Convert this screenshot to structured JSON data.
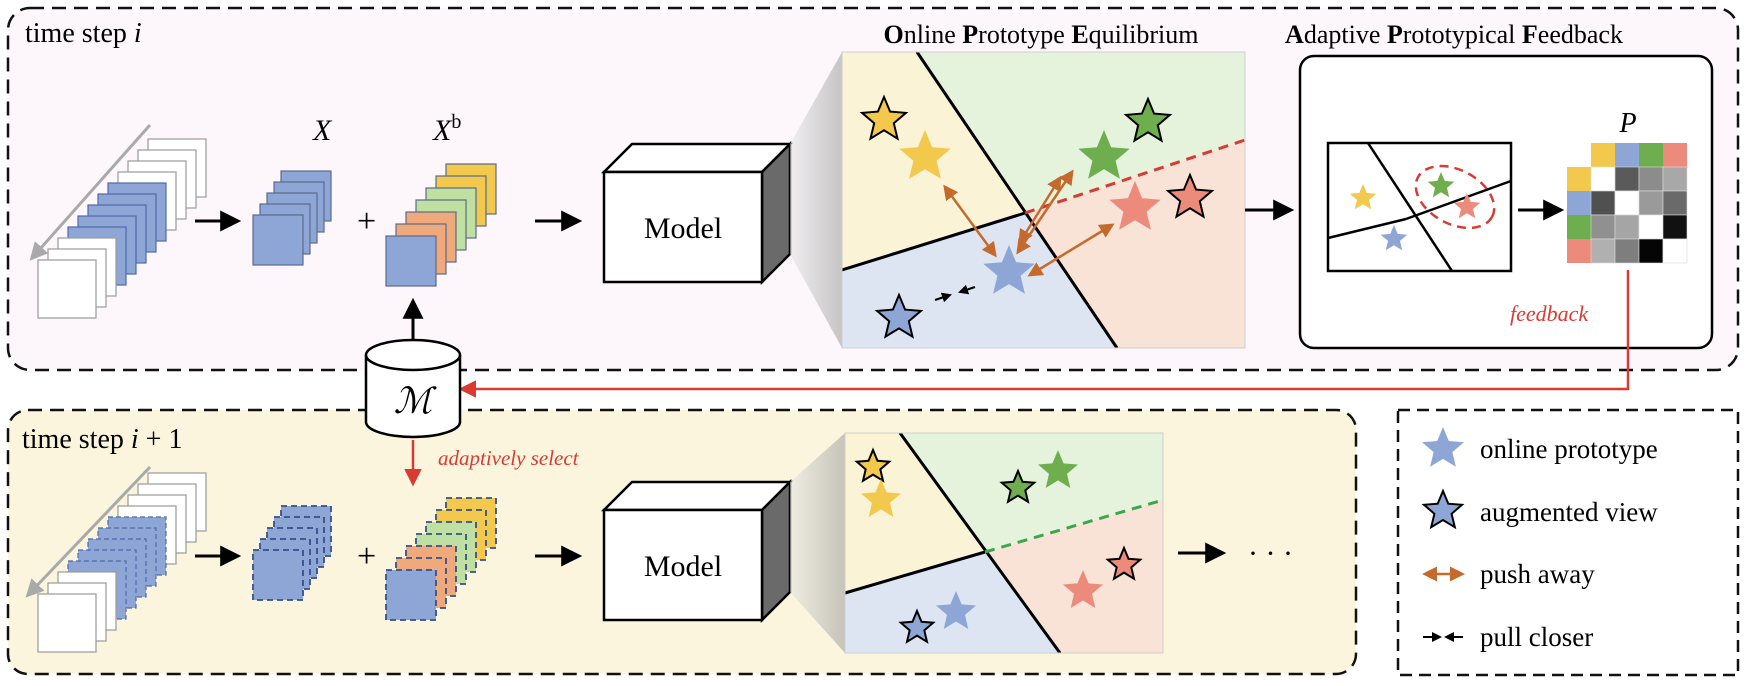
{
  "colors": {
    "blue": "#8ea6d6",
    "blue_stroke": "#5a74b0",
    "yellow": "#f2c94c",
    "green": "#6fae4f",
    "salmon": "#ec8b7c",
    "orange": "#f0a97a",
    "lightgreen": "#bfe0a0",
    "push": "#c46a2c",
    "red": "#d93a32",
    "panel_top_bg": "#fdf7fb",
    "panel_bottom_bg": "#fbf5dd",
    "region_yellow": "#fbf3d6",
    "region_green": "#e6f3dc",
    "region_blue": "#dde5f3",
    "region_salmon": "#f9e2d6",
    "gray_arrow": "#a9a9a9"
  },
  "top": {
    "label_prefix": "time step",
    "label_var": "i",
    "x_label": "X",
    "xb_label": "X",
    "xb_sup": "b",
    "plus": "+",
    "model_label": "Model",
    "ope_title": {
      "a1": "O",
      "a2": "nline ",
      "b1": "P",
      "b2": "rototype ",
      "c1": "E",
      "c2": "quilibrium"
    },
    "apf_title": {
      "a1": "A",
      "a2": "daptive ",
      "b1": "P",
      "b2": "rototypical ",
      "c1": "F",
      "c2": "eedback"
    },
    "p_label": "P",
    "feedback_label": "feedback"
  },
  "memory_label": "ℳ",
  "bottom": {
    "label_prefix": "time step",
    "label_var": "i",
    "label_suffix": "+ 1",
    "plus": "+",
    "model_label": "Model",
    "select_label": "adaptively select",
    "ellipsis": "· · ·"
  },
  "legend": {
    "online_prototype": "online prototype",
    "augmented_view": "augmented view",
    "push_away": "push away",
    "pull_closer": "pull closer"
  },
  "heatmap": {
    "row_colors": [
      "#f2c94c",
      "#8ea6d6",
      "#6fae4f",
      "#ec8b7c"
    ],
    "col_colors": [
      "#f2c94c",
      "#8ea6d6",
      "#6fae4f",
      "#ec8b7c"
    ],
    "cells": [
      [
        "#ffffff",
        "#5a5a5a",
        "#8c8c8c",
        "#a8a8a8"
      ],
      [
        "#505050",
        "#ffffff",
        "#9a9a9a",
        "#6a6a6a"
      ],
      [
        "#909090",
        "#a5a5a5",
        "#ffffff",
        "#111111"
      ],
      [
        "#b0b0b0",
        "#7e7e7e",
        "#050505",
        "#ffffff"
      ]
    ]
  }
}
